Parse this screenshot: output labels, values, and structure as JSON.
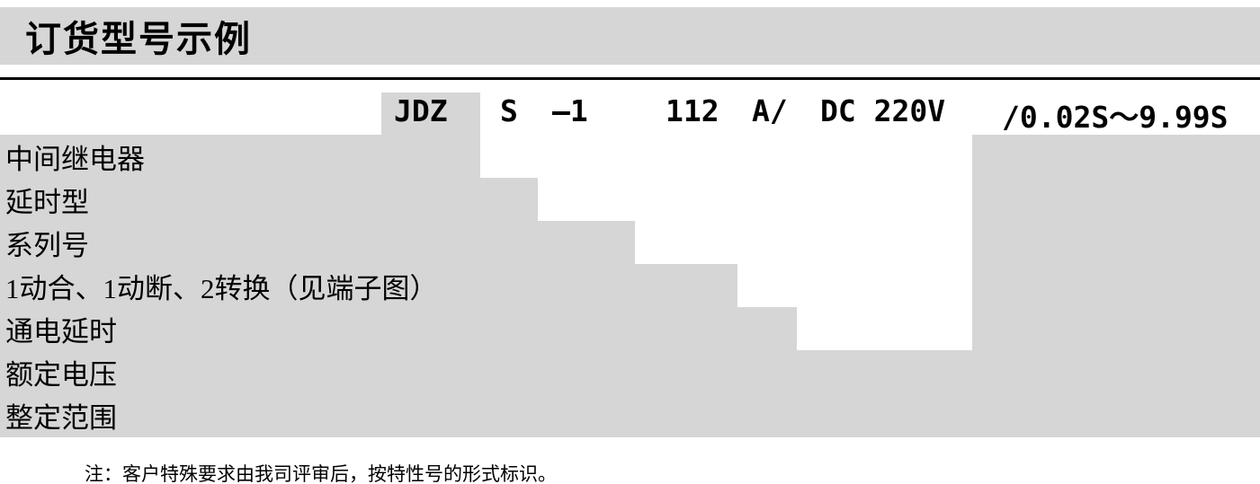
{
  "header": {
    "title": "订货型号示例"
  },
  "model_code": {
    "parts": [
      {
        "code": "JDZ",
        "label": "中间继电器"
      },
      {
        "code": "S",
        "label": "延时型"
      },
      {
        "code": "—1",
        "label": "系列号"
      },
      {
        "code": "112",
        "label": "1动合、1动断、2转换（见端子图）"
      },
      {
        "code": "A/",
        "label": "通电延时"
      },
      {
        "code": "DC 220V",
        "label": "额定电压"
      },
      {
        "code": "/0.02S～9.99S",
        "label": "整定范围"
      }
    ]
  },
  "note": "注：客户特殊要求由我司评审后，按特性号的形式标识。"
}
